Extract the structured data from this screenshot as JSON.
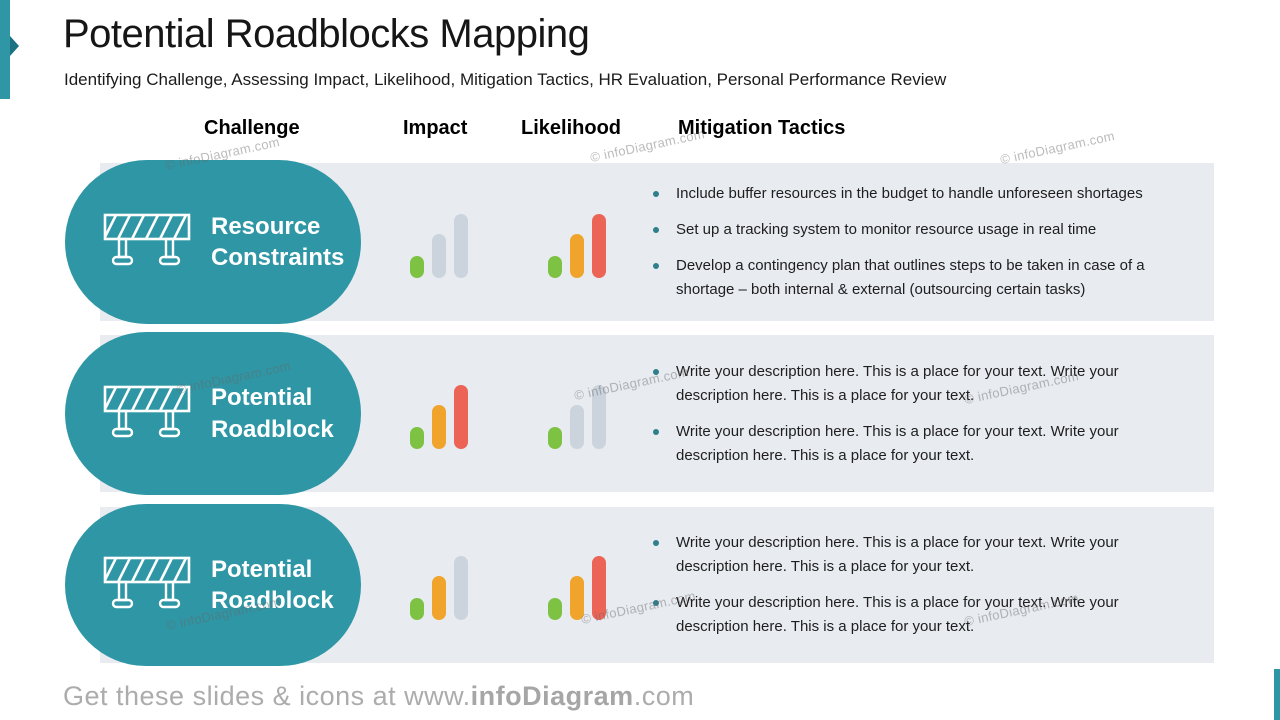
{
  "slide": {
    "title": "Potential Roadblocks Mapping",
    "subtitle": "Identifying Challenge, Assessing Impact, Likelihood, Mitigation Tactics, HR Evaluation, Personal Performance Review"
  },
  "columns": {
    "challenge": "Challenge",
    "impact": "Impact",
    "likelihood": "Likelihood",
    "mitigation": "Mitigation Tactics"
  },
  "rows": [
    {
      "label": "Resource Constraints",
      "impact_bars": [
        "green",
        "gray",
        "gray"
      ],
      "likelihood_bars": [
        "green",
        "orange",
        "red"
      ],
      "bullets": [
        "Include buffer resources in the budget to handle unforeseen shortages",
        "Set up a tracking system to monitor resource usage in real time",
        "Develop a contingency plan that outlines steps to be taken in case of a shortage – both internal & external (outsourcing certain tasks)"
      ]
    },
    {
      "label": "Potential Roadblock",
      "impact_bars": [
        "green",
        "orange",
        "red"
      ],
      "likelihood_bars": [
        "green",
        "gray",
        "gray"
      ],
      "bullets": [
        "Write your description here. This is a place for your text. Write your description here. This is a place for your text.",
        "Write your description here. This is a place for your text. Write your description here. This is a place for your text."
      ]
    },
    {
      "label": "Potential Roadblock",
      "impact_bars": [
        "green",
        "orange",
        "gray"
      ],
      "likelihood_bars": [
        "green",
        "orange",
        "red"
      ],
      "bullets": [
        "Write your description here. This is a place for your text. Write your description here. This is a place for your text.",
        "Write your description here. This is a place for your text. Write your description here. This is a place for your text."
      ]
    }
  ],
  "icons": {
    "challenge_icon": "roadblock-barrier",
    "accent_icon": "chevron-right"
  },
  "colors": {
    "teal": "#2E96A5",
    "teal_dark": "#1A7282",
    "green": "#7DC242",
    "orange": "#F0A42C",
    "red": "#EC6456",
    "gray": "#CBD3DD",
    "band_bg": "#E8EBF0",
    "bullet_dot": "#2E7E8C"
  },
  "watermark": {
    "text": "© infoDiagram.com"
  },
  "footer": {
    "prefix": "Get these slides & icons at www.",
    "brand": "infoDiagram",
    "suffix": ".com"
  }
}
